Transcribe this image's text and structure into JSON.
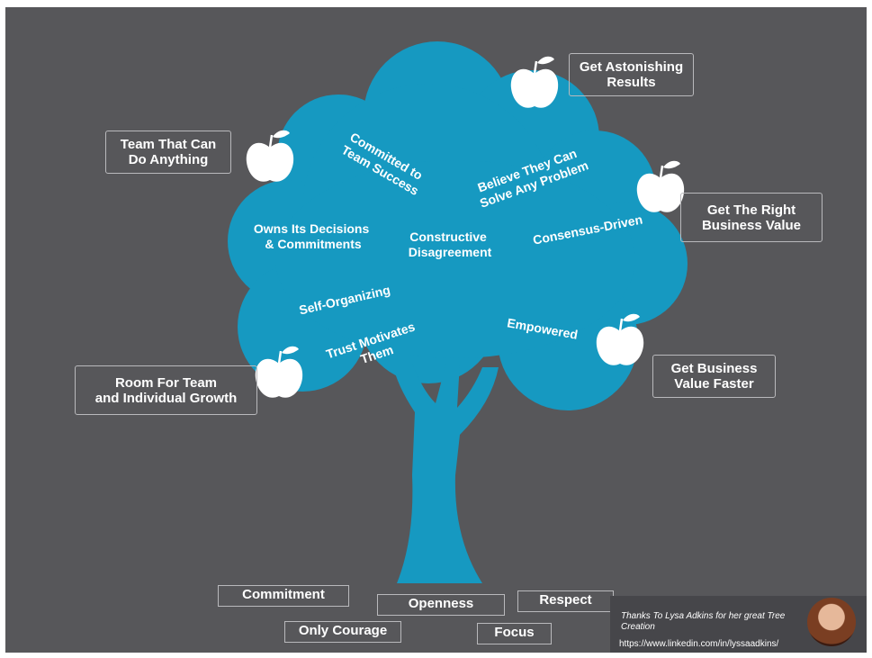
{
  "colors": {
    "background": "#57575a",
    "tree": "#1699c1",
    "text": "#ffffff",
    "box_border": "#b9b9bc"
  },
  "leaf_phrases": {
    "committed": [
      "Committed to",
      "Team Success"
    ],
    "believe": [
      "Believe They Can",
      "Solve Any Problem"
    ],
    "owns": [
      "Owns Its Decisions",
      "& Commitments"
    ],
    "constructive": [
      "Constructive",
      "Disagreement"
    ],
    "consensus": "Consensus-Driven",
    "self_organizing": "Self-Organizing",
    "trust": [
      "Trust Motivates",
      "Them"
    ],
    "empowered": "Empowered"
  },
  "apple_callouts": {
    "astonishing": "Get Astonishing\nResults",
    "team_anything": "Team That Can\nDo Anything",
    "right_value": "Get The Right\nBusiness Value",
    "room_growth": "Room For Team\nand Individual Growth",
    "value_faster": "Get Business\nValue Faster"
  },
  "root_values": {
    "commitment": "Commitment",
    "openness": "Openness",
    "respect": "Respect",
    "courage": "Only Courage",
    "focus": "Focus"
  },
  "credit": {
    "note": "Thanks To Lysa Adkins for her great Tree Creation",
    "url": "https://www.linkedin.com/in/lyssaadkins/"
  },
  "icons": {
    "apple": "apple-icon",
    "avatar": "avatar"
  }
}
